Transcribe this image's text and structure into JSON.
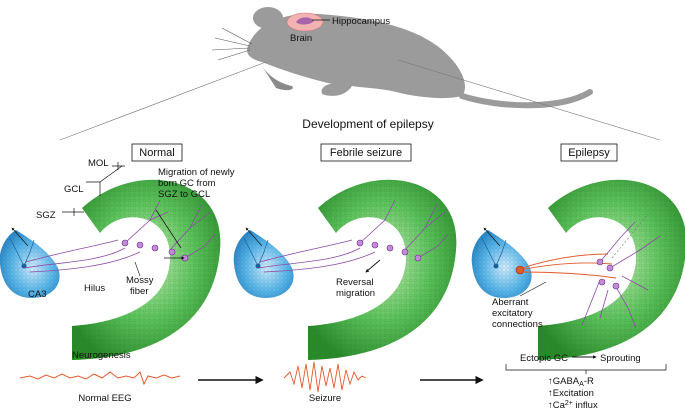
{
  "header": {
    "hippocampus_label": "Hippocampus",
    "brain_label": "Brain",
    "title": "Development of epilepsy"
  },
  "panels": {
    "normal": {
      "title": "Normal",
      "labels": {
        "mol": "MOL",
        "gcl": "GCL",
        "sgz": "SGZ",
        "migration_line1": "Migration of newly",
        "migration_line2": "born GC from",
        "migration_line3": "SGZ to GCL",
        "ca3": "CA3",
        "hilus": "Hilus",
        "mossy_line1": "Mossy",
        "mossy_line2": "fiber",
        "neurogenesis": "Neurogenesis"
      }
    },
    "febrile": {
      "title": "Febrile seizure",
      "labels": {
        "reversal_line1": "Reversal",
        "reversal_line2": "migration"
      }
    },
    "epilepsy": {
      "title": "Epilepsy",
      "labels": {
        "aberrant_line1": "Aberrant",
        "aberrant_line2": "excitatory",
        "aberrant_line3": "connections"
      }
    }
  },
  "bottom": {
    "normal_eeg": "Normal EEG",
    "seizure": "Seizure",
    "ectopic_gc": "Ectopic GC",
    "sprouting": "Sprouting",
    "effects": {
      "gaba_prefix": "↑GABA",
      "gaba_sub": "A",
      "gaba_suffix": "-R",
      "excitation": "↑Excitation",
      "ca_prefix": "↑Ca",
      "ca_sup": "2+",
      "ca_suffix": " influx"
    }
  },
  "colors": {
    "mouse": "#9b9b9b",
    "dentate_gyrus": "#3fae3f",
    "ca3": "#3aa6e0",
    "neuron": "#8e4aa8",
    "eeg": "#e35a2a",
    "brain": "#f2b2b2"
  }
}
